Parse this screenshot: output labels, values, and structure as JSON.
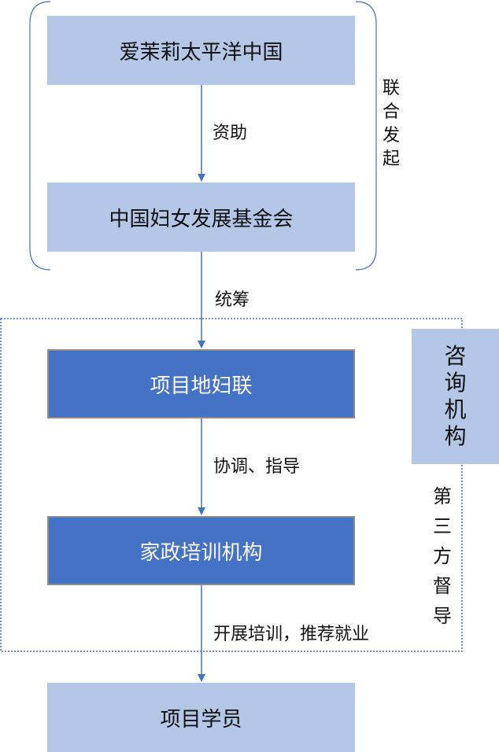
{
  "nodes": {
    "aimee": "爱茉莉太平洋中国",
    "cwdf": "中国妇女发展基金会",
    "local_wf": "项目地妇联",
    "training": "家政培训机构",
    "students": "项目学员"
  },
  "edges": {
    "fund": "资助",
    "coordinate": "统筹",
    "guide": "协调、指导",
    "train": "开展培训，推荐就业"
  },
  "groups": {
    "joint_initiators": [
      "联",
      "合",
      "发",
      "起"
    ],
    "consulting": [
      "咨",
      "询",
      "机",
      "构"
    ],
    "supervision": [
      "第",
      "三",
      "方",
      "督",
      "导"
    ]
  },
  "colors": {
    "light_box": "#b4c7e7",
    "dark_box": "#4472c4",
    "arrow": "#4472c4",
    "bracket": "#4a6fb5"
  }
}
